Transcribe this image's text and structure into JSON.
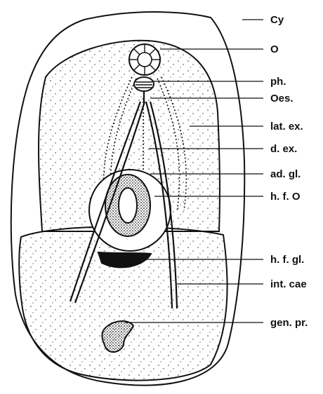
{
  "figure": {
    "labels": [
      {
        "id": "cy",
        "text": "Cy"
      },
      {
        "id": "o",
        "text": "O"
      },
      {
        "id": "ph",
        "text": "ph."
      },
      {
        "id": "oes",
        "text": "Oes."
      },
      {
        "id": "latex",
        "text": "lat. ex."
      },
      {
        "id": "dex",
        "text": "d. ex."
      },
      {
        "id": "adgl",
        "text": "ad. gl."
      },
      {
        "id": "hfo",
        "text": "h. f. O"
      },
      {
        "id": "hfgl",
        "text": "h. f. gl."
      },
      {
        "id": "intcae",
        "text": "int. cae"
      },
      {
        "id": "genpr",
        "text": "gen. pr."
      }
    ]
  }
}
